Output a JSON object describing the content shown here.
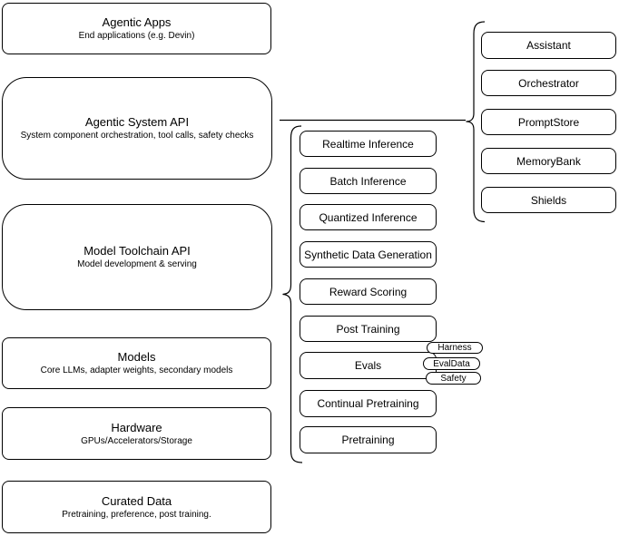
{
  "diagram": {
    "stack": [
      {
        "title": "Agentic Apps",
        "subtitle": "End applications (e.g. Devin)"
      },
      {
        "title": "Agentic System API",
        "subtitle": "System component orchestration, tool calls, safety checks"
      },
      {
        "title": "Model Toolchain API",
        "subtitle": "Model development & serving"
      },
      {
        "title": "Models",
        "subtitle": "Core LLMs, adapter weights, secondary models"
      },
      {
        "title": "Hardware",
        "subtitle": "GPUs/Accelerators/Storage"
      },
      {
        "title": "Curated Data",
        "subtitle": "Pretraining, preference, post training."
      }
    ],
    "toolchain_items": [
      {
        "label": "Realtime Inference"
      },
      {
        "label": "Batch Inference"
      },
      {
        "label": "Quantized Inference"
      },
      {
        "label": "Synthetic Data Generation"
      },
      {
        "label": "Reward Scoring"
      },
      {
        "label": "Post Training"
      },
      {
        "label": "Evals"
      },
      {
        "label": "Continual Pretraining"
      },
      {
        "label": "Pretraining"
      }
    ],
    "evals_tags": [
      {
        "label": "Harness"
      },
      {
        "label": "EvalData"
      },
      {
        "label": "Safety"
      }
    ],
    "system_components": [
      {
        "label": "Assistant"
      },
      {
        "label": "Orchestrator"
      },
      {
        "label": "PromptStore"
      },
      {
        "label": "MemoryBank"
      },
      {
        "label": "Shields"
      }
    ],
    "colors": {
      "stroke": "#000000",
      "fill": "#ffffff",
      "background": "#ffffff"
    }
  }
}
